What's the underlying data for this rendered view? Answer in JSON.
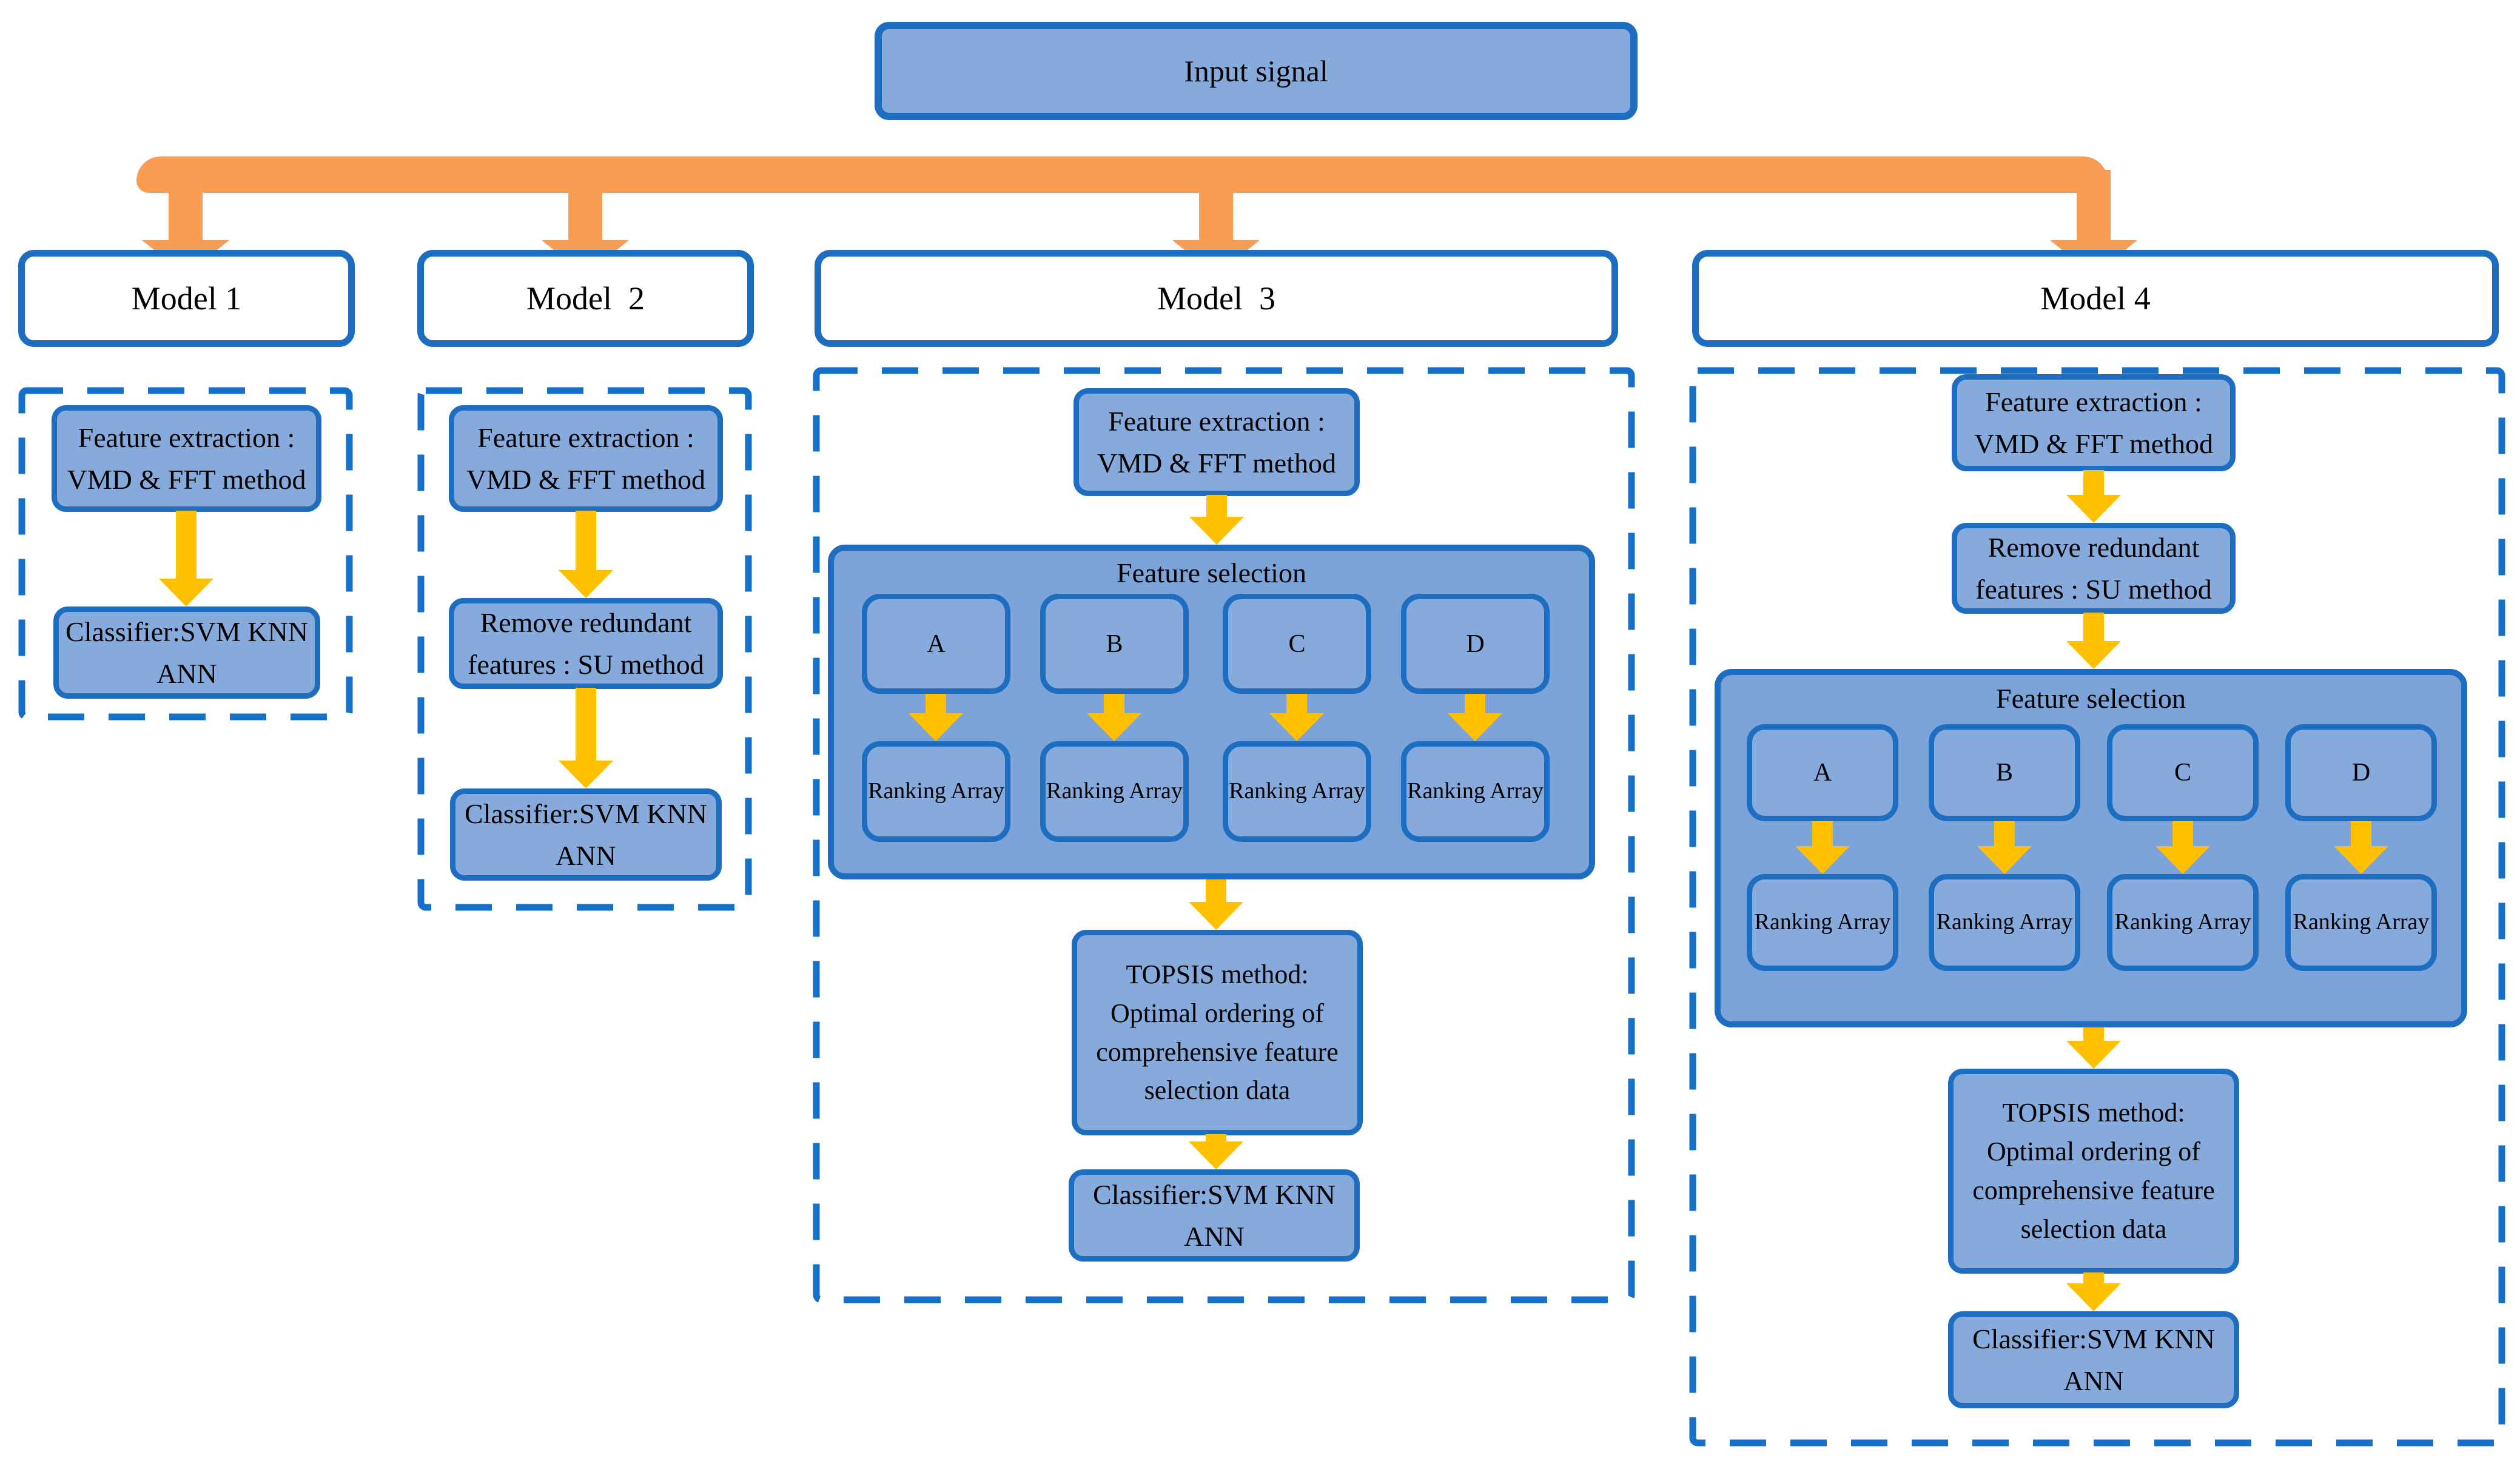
{
  "input": {
    "label": "Input signal"
  },
  "models": [
    {
      "id": "model-1",
      "title": "Model 1",
      "feature_extraction": "Feature extraction :\nVMD & FFT method",
      "classifier": "Classifier:SVM KNN\nANN"
    },
    {
      "id": "model-2",
      "title": "Model  2",
      "feature_extraction": "Feature extraction :\nVMD & FFT method",
      "remove_redundant": "Remove redundant\nfeatures : SU method",
      "classifier": "Classifier:SVM KNN\nANN"
    },
    {
      "id": "model-3",
      "title": "Model  3",
      "feature_extraction": "Feature extraction :\nVMD & FFT method",
      "feature_selection": {
        "title": "Feature selection",
        "methods": [
          "A",
          "B",
          "C",
          "D"
        ],
        "ranking_label": "Ranking Array"
      },
      "topsis": "TOPSIS method:\nOptimal ordering of\ncomprehensive feature\nselection data",
      "classifier": "Classifier:SVM KNN\nANN"
    },
    {
      "id": "model-4",
      "title": "Model 4",
      "feature_extraction": "Feature extraction :\nVMD & FFT method",
      "remove_redundant": "Remove redundant\nfeatures : SU method",
      "feature_selection": {
        "title": "Feature selection",
        "methods": [
          "A",
          "B",
          "C",
          "D"
        ],
        "ranking_label": "Ranking Array"
      },
      "topsis": "TOPSIS method:\nOptimal ordering of\ncomprehensive feature\nselection data",
      "classifier": "Classifier:SVM KNN\nANN"
    }
  ],
  "colors": {
    "box_fill": "#87AADC",
    "box_border": "#1D6EC1",
    "dashed_border": "#1470C8",
    "panel_fill": "#7DA4D9",
    "header_fill": "#FFFFFF",
    "orange_arrow": "#F99C54",
    "yellow_arrow": "#FFC000",
    "text": "#000000"
  }
}
